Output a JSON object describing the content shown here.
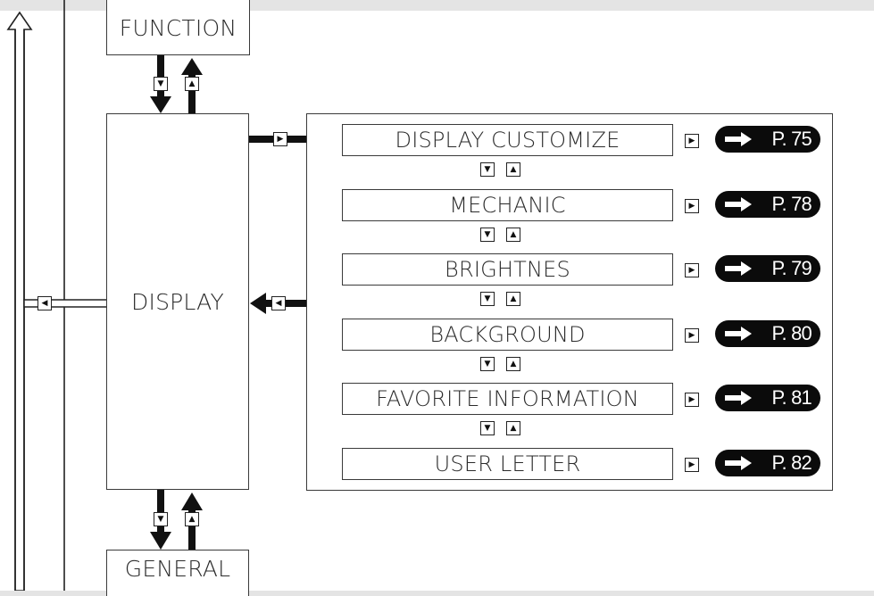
{
  "nav": {
    "top": "FUNCTION",
    "center": "DISPLAY",
    "bottom": "GENERAL"
  },
  "menu": [
    {
      "label": "DISPLAY CUSTOMIZE",
      "page": "P. 75"
    },
    {
      "label": "MECHANIC",
      "page": "P. 78"
    },
    {
      "label": "BRIGHTNES",
      "page": "P. 79"
    },
    {
      "label": "BACKGROUND",
      "page": "P. 80"
    },
    {
      "label": "FAVORITE INFORMATION",
      "page": "P. 81"
    },
    {
      "label": "USER LETTER",
      "page": "P. 82"
    }
  ],
  "colors": {
    "line": "#1a1a1a",
    "badge": "#0b0b0b",
    "background": "#e4e4e4"
  },
  "icons": [
    "down-button-icon",
    "up-button-icon",
    "right-button-icon",
    "left-button-icon",
    "page-ref-arrow-icon"
  ]
}
